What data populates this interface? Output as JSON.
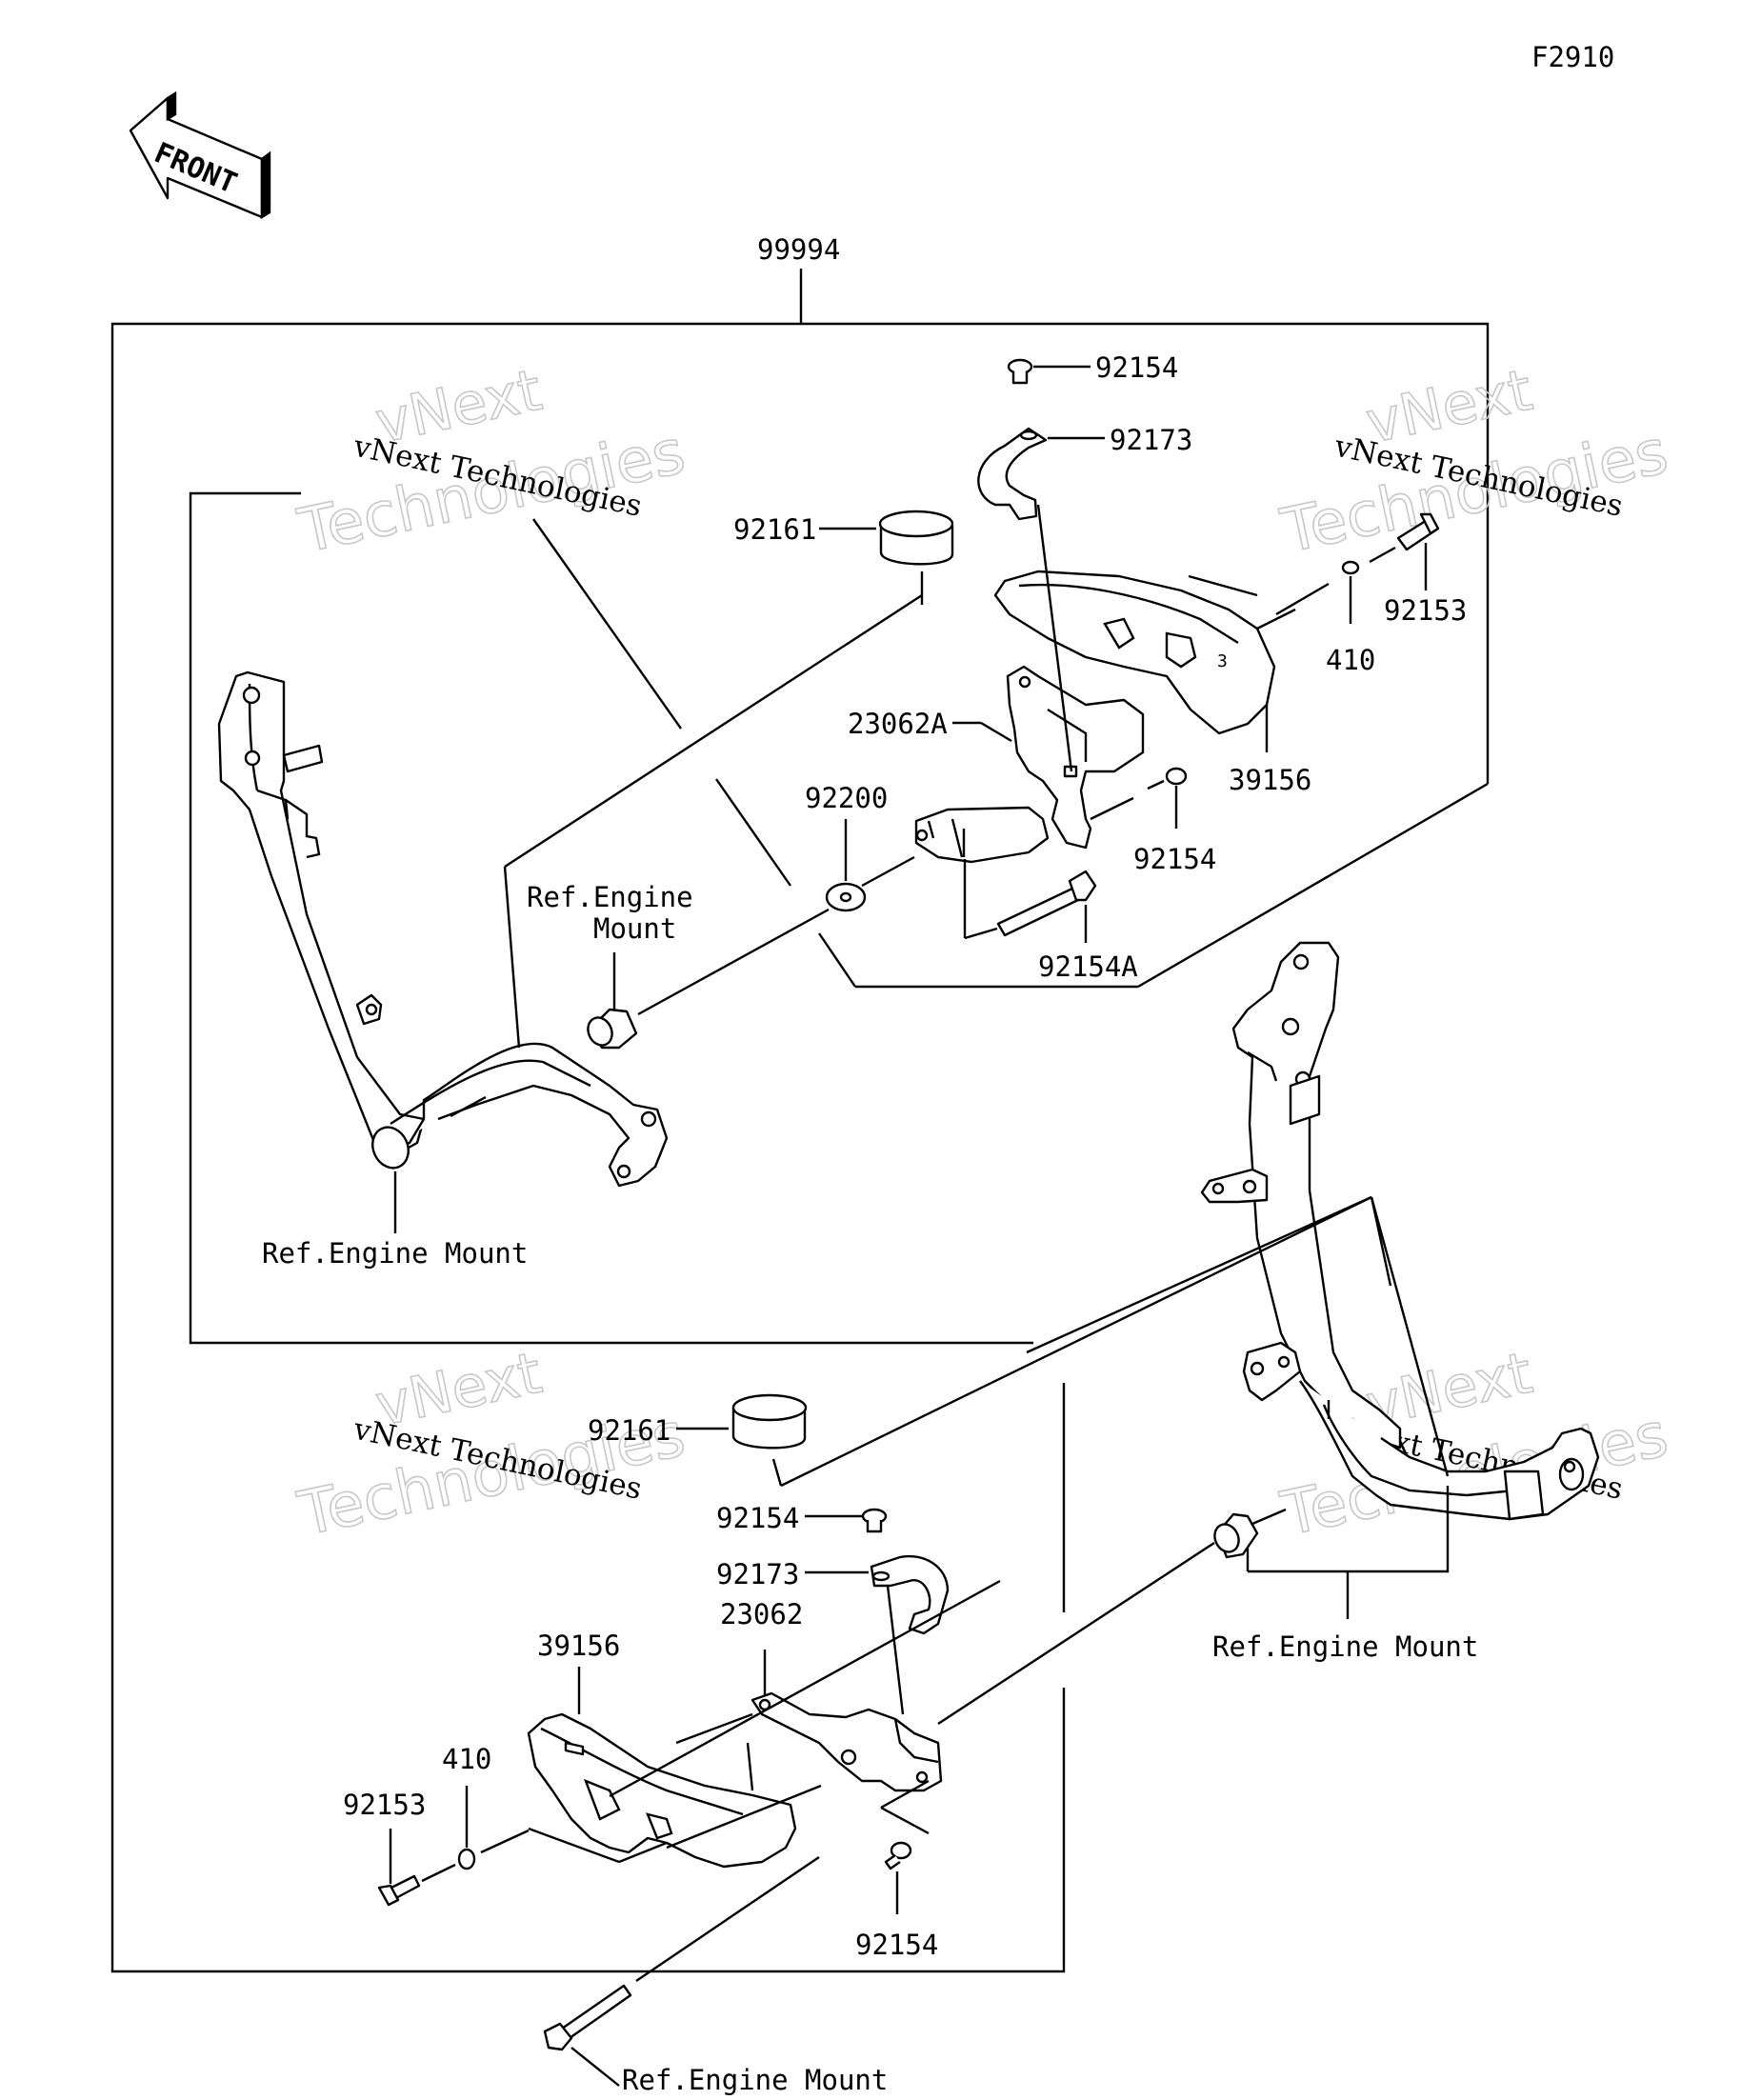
{
  "figure_code": "F2910",
  "front_arrow_label": "FRONT",
  "watermark": {
    "line1": "vNext",
    "line2": "Technologies",
    "caption": "vNext Technologies"
  },
  "callouts": {
    "assembly": "99994",
    "screw_top": "92154",
    "clamp_top": "92173",
    "collar_top": "92161",
    "bolt_top_right": "92153",
    "washer_top_right": "410",
    "bracket_top": "23062A",
    "slider_top": "39156",
    "washer_92200": "92200",
    "screw_mid": "92154",
    "bolt_long": "92154A",
    "collar_bottom": "92161",
    "screw_bottom_upper": "92154",
    "clamp_bottom": "92173",
    "bracket_bottom": "23062",
    "slider_bottom": "39156",
    "washer_bottom": "410",
    "bolt_bottom_left": "92153",
    "screw_bottom_lower": "92154"
  },
  "references": {
    "engine_mount_top_a": "Ref.Engine",
    "engine_mount_top_b": "Mount",
    "engine_mount_left": "Ref.Engine Mount",
    "engine_mount_right": "Ref.Engine Mount",
    "engine_mount_bottom": "Ref.Engine Mount"
  }
}
